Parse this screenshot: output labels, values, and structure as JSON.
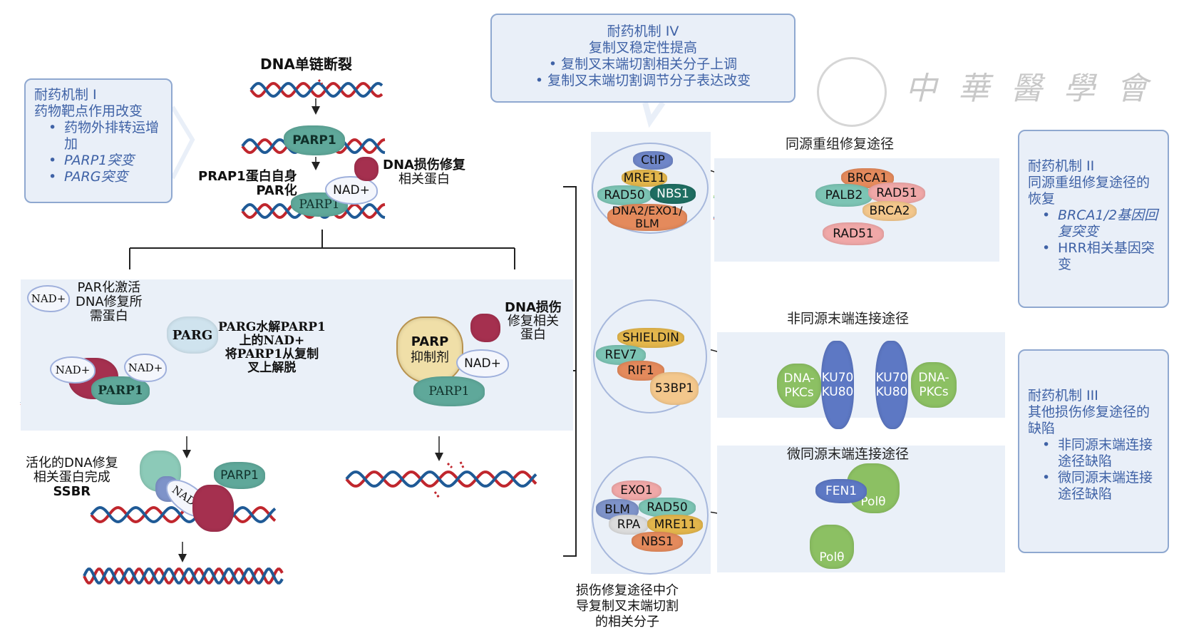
{
  "mechanisms": {
    "m1": {
      "title": "耐药机制 I",
      "subtitle": "药物靶点作用改变",
      "items": [
        "药物外排转运增加",
        "PARP1突变",
        "PARG突变"
      ]
    },
    "m2": {
      "title": "耐药机制 II",
      "subtitle": "同源重组修复途径的恢复",
      "items": [
        "BRCA1/2基因回复突变",
        "HRR相关基因突变"
      ]
    },
    "m3": {
      "title": "耐药机制 III",
      "subtitle": "其他损伤修复途径的缺陷",
      "items": [
        "非同源末端连接途径缺陷",
        "微同源末端连接途径缺陷"
      ]
    },
    "m4": {
      "title": "耐药机制 IV",
      "subtitle": "复制叉稳定性提高",
      "items": [
        "复制叉末端切割相关分子上调",
        "复制叉末端切割调节分子表达改变"
      ]
    }
  },
  "watermark": {
    "text": "中華醫學會"
  },
  "top_flow": {
    "ssb_label": "DNA单链断裂",
    "parp1": "PARP1",
    "autopar_label_1": "PRAP1蛋白自身",
    "autopar_label_2": "PAR化",
    "nad": "NAD+",
    "repair_protein_1": "DNA损伤修复",
    "repair_protein_2": "相关蛋白"
  },
  "left_panel": {
    "nad": "NAD+",
    "par_activate": [
      "PAR化激活",
      "DNA修复所",
      "需蛋白"
    ],
    "parg": "PARG",
    "parg_desc": [
      "PARG水解PARP1",
      "上的NAD+",
      "将PARP1从复制",
      "叉上解脱"
    ],
    "parp1": "PARP1"
  },
  "middle_panel": {
    "inhibitor": [
      "PARP",
      "抑制剂"
    ],
    "nad": "NAD+",
    "parp1": "PARP1",
    "repair_protein": [
      "DNA损伤",
      "修复相关",
      "蛋白"
    ]
  },
  "bottom_left": {
    "ssbr_label": [
      "活化的DNA修复",
      "相关蛋白完成",
      "SSBR"
    ],
    "nad": "NAD+",
    "parp1": "PARP1"
  },
  "resection": {
    "caption": [
      "损伤修复途径中介",
      "导复制叉末端切割",
      "的相关分子"
    ],
    "hr_group": [
      "CtIP",
      "MRE11",
      "RAD50",
      "NBS1",
      "DNA2/EXO1/",
      "BLM"
    ],
    "nhej_group": [
      "SHIELDIN",
      "REV7",
      "RIF1",
      "53BP1"
    ],
    "mmej_group": [
      "EXO1",
      "BLM",
      "RAD50",
      "RPA",
      "MRE11",
      "NBS1"
    ]
  },
  "pathways": {
    "hr": {
      "title": "同源重组修复途径",
      "proteins": [
        "BRCA1",
        "PALB2",
        "RAD51",
        "BRCA2",
        "RAD51"
      ]
    },
    "nhej": {
      "title": "非同源末端连接途径",
      "proteins": [
        "DNA-",
        "PKCs",
        "KU70",
        "KU80",
        "KU70",
        "KU80",
        "DNA-",
        "PKCs"
      ]
    },
    "mmej": {
      "title": "微同源末端连接途径",
      "proteins": [
        "FEN1",
        "Polθ",
        "Polθ"
      ]
    }
  },
  "colors": {
    "dna_red": "#c0262d",
    "dna_blue": "#1f5a96",
    "dna_green": "#3aa35a",
    "mech_text": "#3f62a6",
    "panel_bg": "#eaf0f8"
  }
}
